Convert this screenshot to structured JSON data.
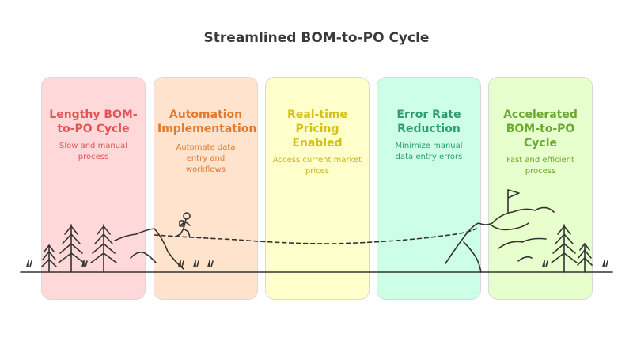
{
  "title": "Streamlined BOM-to-PO Cycle",
  "panels": [
    {
      "title_lines": [
        "Lengthy BOM-",
        "to-PO Cycle"
      ],
      "desc_lines": [
        "Slow and manual",
        "process"
      ],
      "bg": "#ffd9d9",
      "accent": "#e05555"
    },
    {
      "title_lines": [
        "Automation",
        "Implementation"
      ],
      "desc_lines": [
        "Automate data",
        "entry and",
        "workflows"
      ],
      "bg": "#ffe3cc",
      "accent": "#e07a2e"
    },
    {
      "title_lines": [
        "Real-time",
        "Pricing",
        "Enabled"
      ],
      "desc_lines": [
        "Access current market",
        "prices"
      ],
      "bg": "#ffffcc",
      "accent": "#d4c21a"
    },
    {
      "title_lines": [
        "Error Rate",
        "Reduction"
      ],
      "desc_lines": [
        "Minimize manual",
        "data entry errors"
      ],
      "bg": "#ccffe6",
      "accent": "#2e9e6e"
    },
    {
      "title_lines": [
        "Accelerated",
        "BOM-to-PO",
        "Cycle"
      ],
      "desc_lines": [
        "Fast and efficient",
        "process"
      ],
      "bg": "#e6ffcc",
      "accent": "#6aaa2e"
    }
  ],
  "icons": [
    "pine-tree-icon",
    "hiker-icon",
    "mountain-icon",
    "flag-icon"
  ]
}
